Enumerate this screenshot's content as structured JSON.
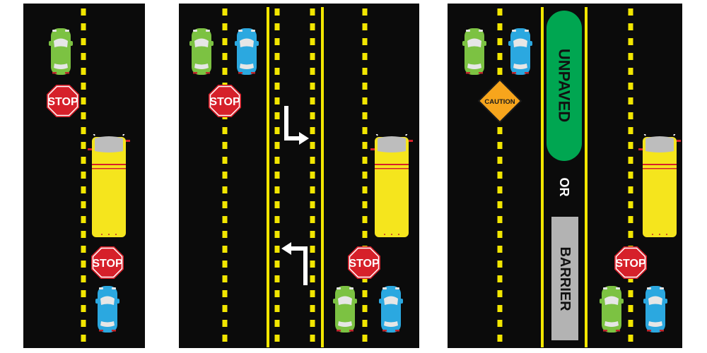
{
  "colors": {
    "road": "#0b0b0b",
    "yellow_line": "#f2e600",
    "stop_red": "#d6202a",
    "bus_yellow": "#f5e51d",
    "car_green": "#7cc242",
    "car_blue": "#2ba8e0",
    "unpaved_green": "#00a651",
    "barrier_gray": "#b3b3b3",
    "caution_orange": "#f7a51c",
    "arrow_white": "#ffffff"
  },
  "icons": [
    "stop-sign-icon",
    "caution-sign-icon",
    "turn-arrow-icon",
    "car-icon",
    "school-bus-icon"
  ],
  "panel1": {
    "stop_top": "STOP",
    "stop_bottom": "STOP"
  },
  "panel2": {
    "stop_top": "STOP",
    "stop_bottom": "STOP"
  },
  "panel3": {
    "caution": "CAUTION",
    "stop_bottom": "STOP",
    "unpaved": "UNPAVED",
    "or": "OR",
    "barrier": "BARRIER"
  }
}
